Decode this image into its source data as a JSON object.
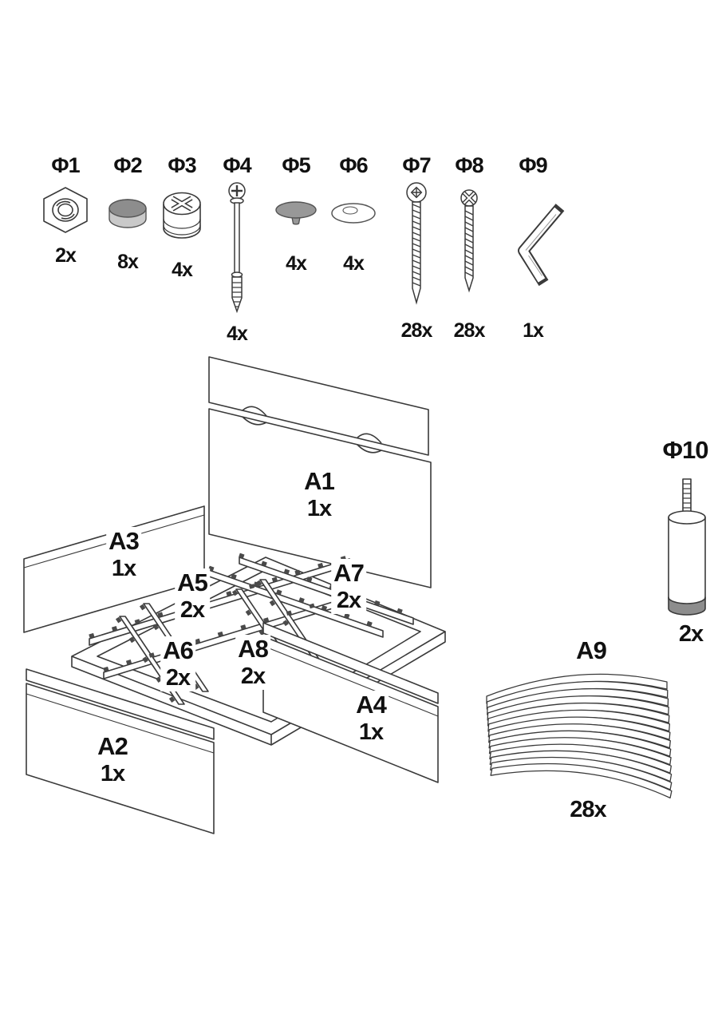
{
  "hardware": {
    "items": [
      {
        "label": "Φ1",
        "qty": "2x",
        "icon": "hex-nut-icon"
      },
      {
        "label": "Φ2",
        "qty": "8x",
        "icon": "round-plug-icon"
      },
      {
        "label": "Φ3",
        "qty": "4x",
        "icon": "cam-lock-icon"
      },
      {
        "label": "Φ4",
        "qty": "4x",
        "icon": "cam-bolt-icon"
      },
      {
        "label": "Φ5",
        "qty": "4x",
        "icon": "cover-cap-stem-icon"
      },
      {
        "label": "Φ6",
        "qty": "4x",
        "icon": "cover-cap-icon"
      },
      {
        "label": "Φ7",
        "qty": "28x",
        "icon": "long-screw-icon"
      },
      {
        "label": "Φ8",
        "qty": "28x",
        "icon": "wood-screw-icon"
      },
      {
        "label": "Φ9",
        "qty": "1x",
        "icon": "allen-key-icon"
      }
    ]
  },
  "parts": {
    "a1": {
      "label": "A1",
      "qty": "1x"
    },
    "a2": {
      "label": "A2",
      "qty": "1x"
    },
    "a3": {
      "label": "A3",
      "qty": "1x"
    },
    "a4": {
      "label": "A4",
      "qty": "1x"
    },
    "a5": {
      "label": "A5",
      "qty": "2x"
    },
    "a6": {
      "label": "A6",
      "qty": "2x"
    },
    "a7": {
      "label": "A7",
      "qty": "2x"
    },
    "a8": {
      "label": "A8",
      "qty": "2x"
    },
    "a9": {
      "label": "A9",
      "qty": "28x"
    },
    "phi10": {
      "label": "Φ10",
      "qty": "2x"
    }
  },
  "colors": {
    "line": "#3a3a3a",
    "gray_fill": "#8d8d8d",
    "light_gray": "#c9c9c9",
    "text": "#111111",
    "background": "#ffffff"
  }
}
